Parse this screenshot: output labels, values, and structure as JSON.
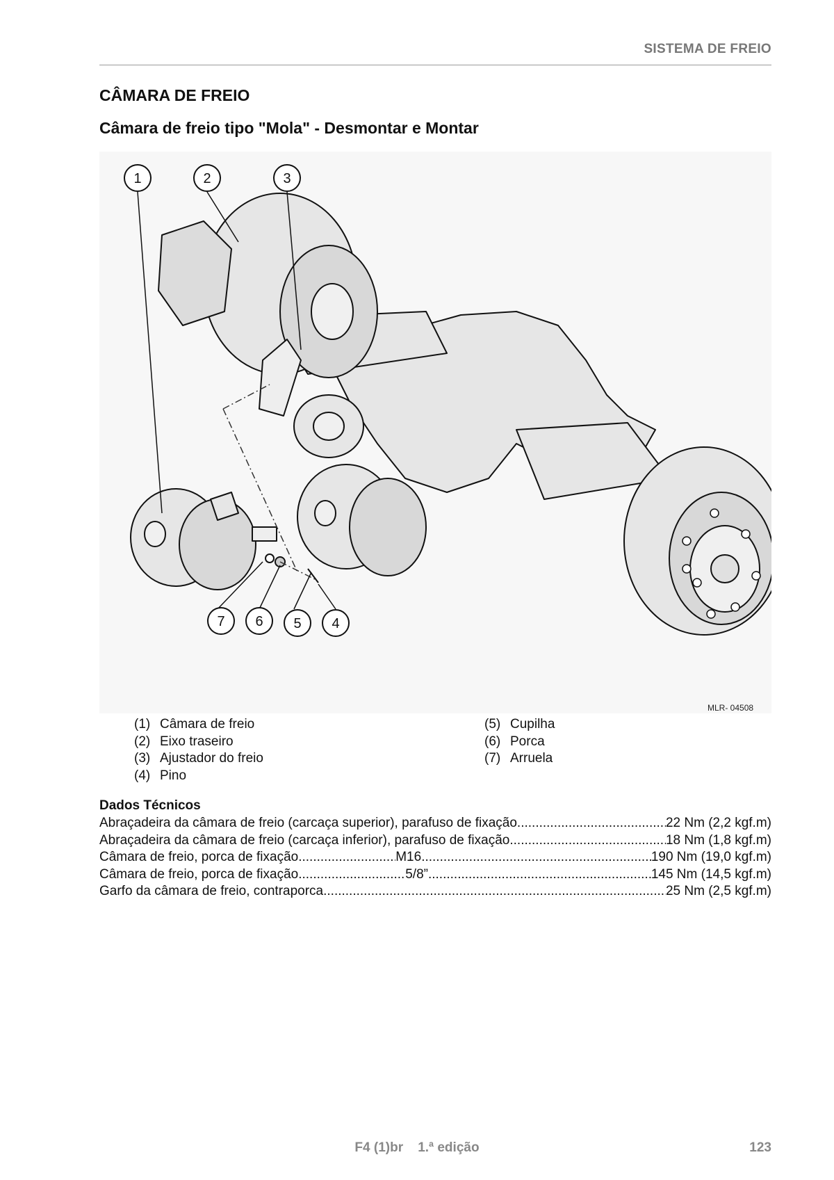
{
  "header": {
    "section": "SISTEMA DE FREIO"
  },
  "title": "CÂMARA DE FREIO",
  "subtitle": "Câmara de freio tipo \"Mola\" - Desmontar e Montar",
  "figure": {
    "code": "MLR- 04508",
    "callouts": [
      "1",
      "2",
      "3",
      "4",
      "5",
      "6",
      "7"
    ]
  },
  "legend": [
    {
      "num": "(1)",
      "label": "Câmara de freio"
    },
    {
      "num": "(2)",
      "label": "Eixo traseiro"
    },
    {
      "num": "(3)",
      "label": "Ajustador do freio"
    },
    {
      "num": "(4)",
      "label": "Pino"
    },
    {
      "num": "(5)",
      "label": "Cupilha"
    },
    {
      "num": "(6)",
      "label": "Porca"
    },
    {
      "num": "(7)",
      "label": "Arruela"
    }
  ],
  "tech": {
    "title": "Dados Técnicos",
    "rows": [
      {
        "item": "Abraçadeira da câmara de freio (carcaça superior), parafuso de fixação ",
        "grade": "",
        "value": "22 Nm (2,2 kgf.m)"
      },
      {
        "item": "Abraçadeira da câmara de freio (carcaça inferior), parafuso de fixação ",
        "grade": "",
        "value": "18 Nm (1,8 kgf.m)"
      },
      {
        "item": "Câmara de freio, porca de fixação  ",
        "grade": "M16",
        "value": "190 Nm (19,0 kgf.m)"
      },
      {
        "item": "Câmara de freio, porca de fixação",
        "grade": "5/8” ",
        "value": "145 Nm (14,5 kgf.m)"
      },
      {
        "item": "Garfo da câmara de freio, contraporca",
        "grade": "",
        "value": "25 Nm (2,5 kgf.m)"
      }
    ]
  },
  "footer": {
    "edition": "F4 (1)br    1.ª edição",
    "page": "123"
  }
}
